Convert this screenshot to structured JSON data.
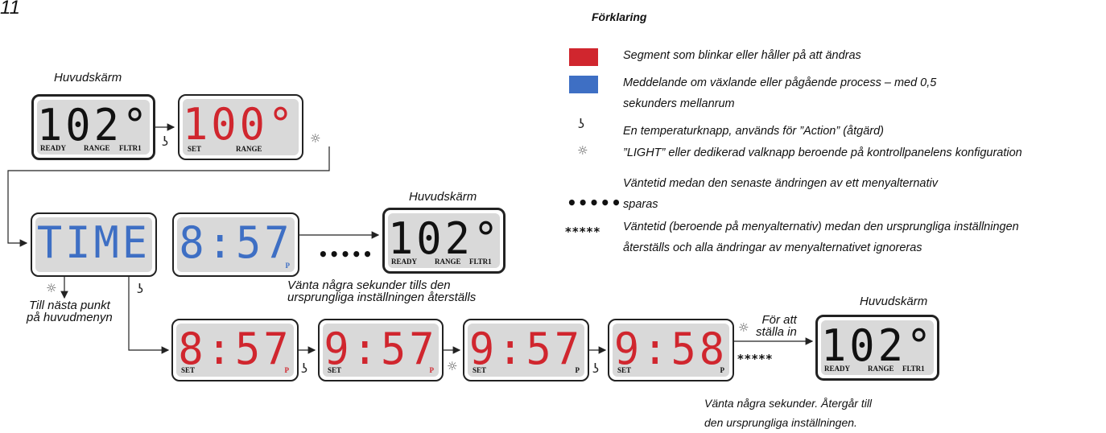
{
  "page_number": "11",
  "colors": {
    "changing": "#d0262e",
    "message": "#3e6fc4",
    "lcd_bg": "#d9d9d9"
  },
  "captions": {
    "main_screen_1": "Huvudskärm",
    "main_screen_2": "Huvudskärm",
    "main_screen_3": "Huvudskärm"
  },
  "displays": {
    "d1": {
      "text": "102°F",
      "labels": [
        "READY",
        "RANGE",
        "FLTR1"
      ]
    },
    "d2": {
      "text": "100°F",
      "labels": [
        "SET",
        "RANGE"
      ]
    },
    "d3": {
      "text": "TIME",
      "labels": []
    },
    "d4": {
      "text": "8:57",
      "labels": [
        "P"
      ]
    },
    "d5": {
      "text": "102°F",
      "labels": [
        "READY",
        "RANGE",
        "FLTR1"
      ]
    },
    "d6": {
      "text": "8:57",
      "labels": [
        "SET",
        "P"
      ]
    },
    "d7": {
      "text": "9:57",
      "labels": [
        "SET",
        "P"
      ]
    },
    "d8": {
      "text": "9:57",
      "labels": [
        "SET",
        "P"
      ]
    },
    "d9": {
      "text": "9:58",
      "labels": [
        "SET",
        "P"
      ]
    },
    "d10": {
      "text": "102°F",
      "labels": [
        "READY",
        "RANGE",
        "FLTR1"
      ]
    }
  },
  "notes": {
    "wait_restore": [
      "Vänta några sekunder tills den",
      "ursprungliga inställningen återställs"
    ],
    "next_item": [
      "Till nästa punkt",
      "på huvudmenyn"
    ],
    "to_set": [
      "För att",
      "ställa in"
    ],
    "wait_return": [
      "Vänta några sekunder. Återgår till",
      "den ursprungliga inställningen."
    ]
  },
  "legend": {
    "title": "Förklaring",
    "items": [
      {
        "icon": "red-swatch",
        "text": "Segment som blinkar eller håller på att ändras"
      },
      {
        "icon": "blue-swatch",
        "text": [
          "Meddelande om växlande eller pågående process – med 0,5",
          "sekunders mellanrum"
        ]
      },
      {
        "icon": "temperature-button-icon",
        "text": "En temperaturknapp, används för ”Action” (åtgärd)"
      },
      {
        "icon": "light-button-icon",
        "text": "”LIGHT” eller dedikerad valknapp beroende på kontrollpanelens konfiguration"
      },
      {
        "icon": "dots",
        "text": [
          "Väntetid medan den senaste ändringen av ett menyalternativ",
          "sparas"
        ]
      },
      {
        "icon": "stars",
        "text": [
          "Väntetid (beroende på menyalternativ) medan den ursprungliga inställningen",
          "återställs och alla ändringar av menyalternativet ignoreras"
        ]
      }
    ]
  },
  "symbols": {
    "dots": "•••••",
    "stars": "*****",
    "button": "ʖ",
    "light": "☼"
  }
}
